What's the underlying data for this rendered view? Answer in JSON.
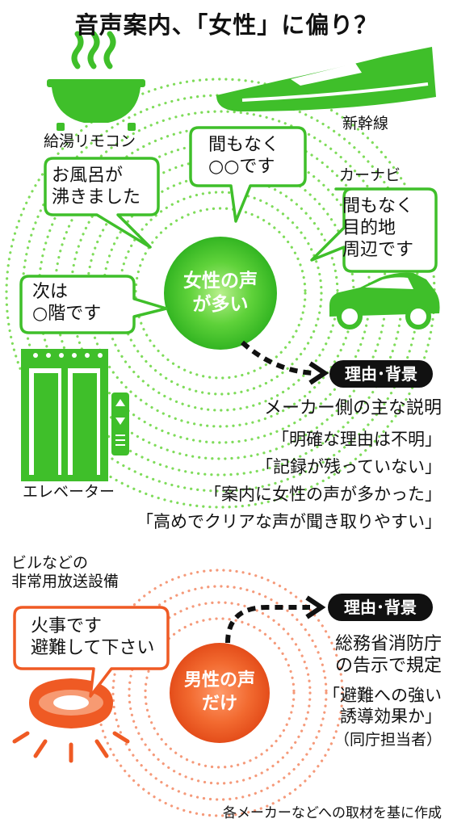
{
  "title": "音声案内、「女性」に偏り？",
  "top_section": {
    "devices": {
      "bath_remote": "給湯リモコン",
      "shinkansen": "新幹線",
      "car_navi": "カーナビ",
      "elevator": "エレベーター"
    },
    "bubbles": {
      "bath": [
        "お風呂が",
        "沸きました"
      ],
      "train": [
        "間もなく",
        "○○です"
      ],
      "navi": [
        "間もなく",
        "目的地",
        "周辺です"
      ],
      "elevator": [
        "次は",
        "○階です"
      ]
    },
    "center": [
      "女性の声",
      "が多い"
    ],
    "badge": "理由･背景",
    "reason_heading": "メーカー側の主な説明",
    "reasons": [
      "「明確な理由は不明」",
      "「記録が残っていない」",
      "「案内に女性の声が多かった」",
      "「高めでクリアな声が聞き取りやすい」"
    ]
  },
  "bottom_section": {
    "label": [
      "ビルなどの",
      "非常用放送設備"
    ],
    "bubble": [
      "火事です",
      "避難して下さい"
    ],
    "center": [
      "男性の声",
      "だけ"
    ],
    "badge": "理由･背景",
    "reason_lines": [
      "総務省消防庁",
      "の告示で規定"
    ],
    "quote": [
      "「避難への強い",
      "誘導効果か」"
    ],
    "source": "（同庁担当者）"
  },
  "footer": "各メーカーなどへの取材を基に作成",
  "colors": {
    "green": "#3fbf2a",
    "green_light": "#7fdc5a",
    "orange": "#ef5a24",
    "orange_light": "#f59a7a",
    "dark": "#111111"
  }
}
